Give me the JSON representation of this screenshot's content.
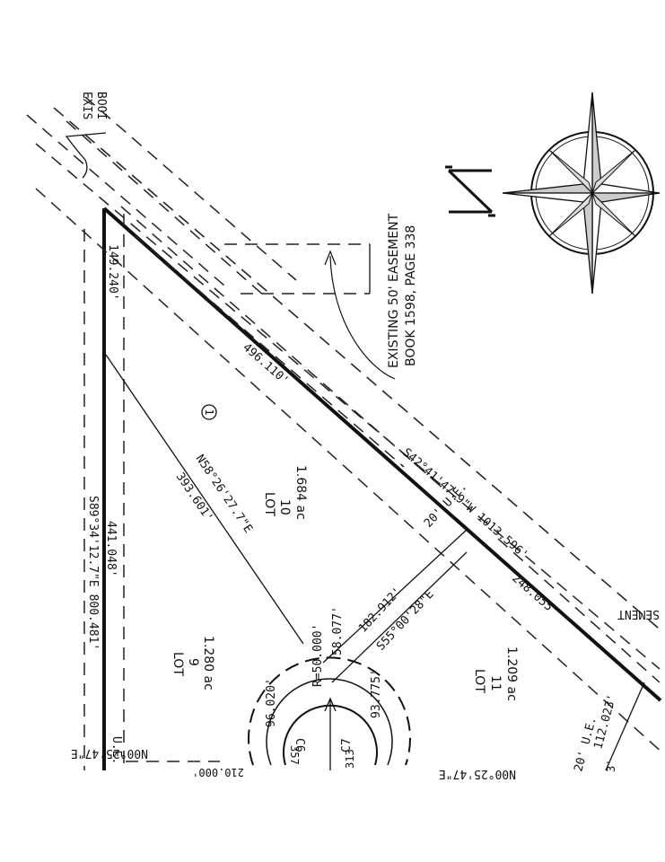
{
  "labels": {
    "existing_top_1": "EXIS",
    "existing_top_2": "BOOI",
    "easement_1": "EXISTING 50' EASEMENT",
    "easement_2": "BOOK 1598, PAGE 338",
    "dist_149": "149.240'",
    "dist_496": "496.110'",
    "bearing_s42": "S42°41'47.9\"W 1013.596'",
    "dist_248": "248.055'",
    "bearing_s89": "S89°34'12.7\"E 800.481'",
    "dist_441": "441.048'",
    "bearing_n58": "N58°26'27.7\"E",
    "dist_393": "393.601'",
    "lot10_title": "LOT",
    "lot10_num": "10",
    "lot10_area": "1.684 ac",
    "lot9_title": "LOT",
    "lot9_num": "9",
    "lot9_area": "1.280 ac",
    "lot11_title": "LOT",
    "lot11_num": "11",
    "lot11_area": "1.209 ac",
    "lot_circle": "1",
    "dist_182": "182.912'",
    "bearing_s55": "S55°00'28\"E",
    "ue_20a": "20' U.E.",
    "dist_58": "58.077'",
    "radius": "R=50.000'",
    "dist_96": "96.020'",
    "dist_93": "93.775'",
    "c6": "C6",
    "c7": "C7",
    "n00_left": "N00°25'47\"E",
    "n00_right": "N00°25'47\"E",
    "ue_left": "U.E.",
    "ue_20b": "20' U.E.",
    "dist_112": "112.023'",
    "dist_357": "357",
    "dist_313": "313",
    "easement_frag": "SEMENT",
    "bottom_210": "210.000'",
    "bottom_3": "3'"
  },
  "icons": {
    "compass": "north-arrow-compass-rose"
  }
}
